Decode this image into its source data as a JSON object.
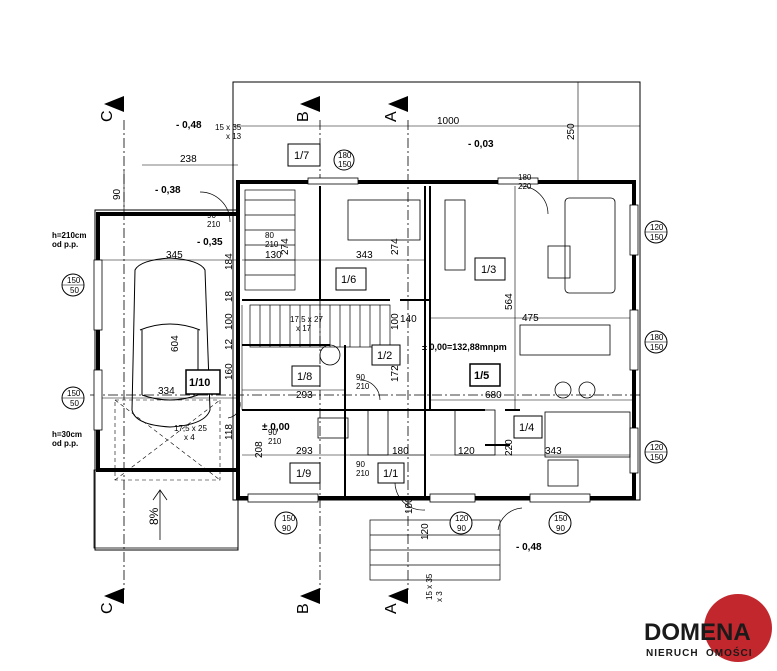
{
  "drawing": {
    "dims": {
      "d1000": "1000",
      "d250": "250",
      "d238": "238",
      "d90": "90",
      "d345": "345",
      "d184": "184",
      "d18": "18",
      "d100": "100",
      "d12": "12",
      "d604": "604",
      "d334": "334",
      "d160": "160",
      "d118": "118",
      "d130": "130",
      "d274": "274",
      "d343a": "343",
      "d274b": "274",
      "d140": "140",
      "d100b": "100",
      "d172": "172",
      "d293a": "293",
      "d208": "208",
      "d293b": "293",
      "d180": "180",
      "d475": "475",
      "d564": "564",
      "d680": "680",
      "d120": "120",
      "d220": "220",
      "d343b": "343",
      "d100c": "100",
      "d120b": "120"
    },
    "levels": {
      "l048a": "- 0,48",
      "l003": "- 0,03",
      "l038": "- 0,38",
      "l035": "- 0,35",
      "l000": "± 0,00",
      "l048b": "- 0,48",
      "main": "± 0,00=132,88mnpm"
    },
    "rooms": [
      "1/1",
      "1/2",
      "1/3",
      "1/4",
      "1/5",
      "1/6",
      "1/7",
      "1/8",
      "1/9",
      "1/10"
    ],
    "stairs": {
      "top": "15 x 35",
      "top_sub": "x 13",
      "mid": "17,5 x 27",
      "mid_sub": "x 17",
      "low": "17,5 x 25",
      "low_sub": "x 4",
      "bot": "15 x 35",
      "bot_sub": "x 3"
    },
    "windows": {
      "w120_150a": [
        "120",
        "150"
      ],
      "w150_50a": [
        "150",
        "50"
      ],
      "w150_50b": [
        "150",
        "50"
      ],
      "w180_150": [
        "180",
        "150"
      ],
      "w120_150b": [
        "120",
        "150"
      ],
      "w150_90a": [
        "150",
        "90"
      ],
      "w120_90": [
        "120",
        "90"
      ],
      "w150_90b": [
        "150",
        "90"
      ],
      "w180_220": [
        "180",
        "220"
      ],
      "w80_210": [
        "80",
        "210"
      ],
      "w90_210a": [
        "90",
        "210"
      ],
      "w90_210b": [
        "90",
        "210"
      ],
      "w90_210c": [
        "90",
        "210"
      ],
      "w90_210d": [
        "90",
        "210"
      ]
    },
    "notes": {
      "h210": "h=210cm",
      "h210b": "od p.p.",
      "h30": "h=30cm",
      "h30b": "od p.p."
    },
    "slope": "8%",
    "sections": [
      "C",
      "B",
      "A"
    ]
  },
  "logo": {
    "main": "DOMENA",
    "sub_left": "NIERUCH",
    "sub_right": "OMOŚCI"
  },
  "colors": {
    "line": "#000000",
    "logo_red": "#c1272d",
    "logo_dark": "#1a1a1a"
  }
}
